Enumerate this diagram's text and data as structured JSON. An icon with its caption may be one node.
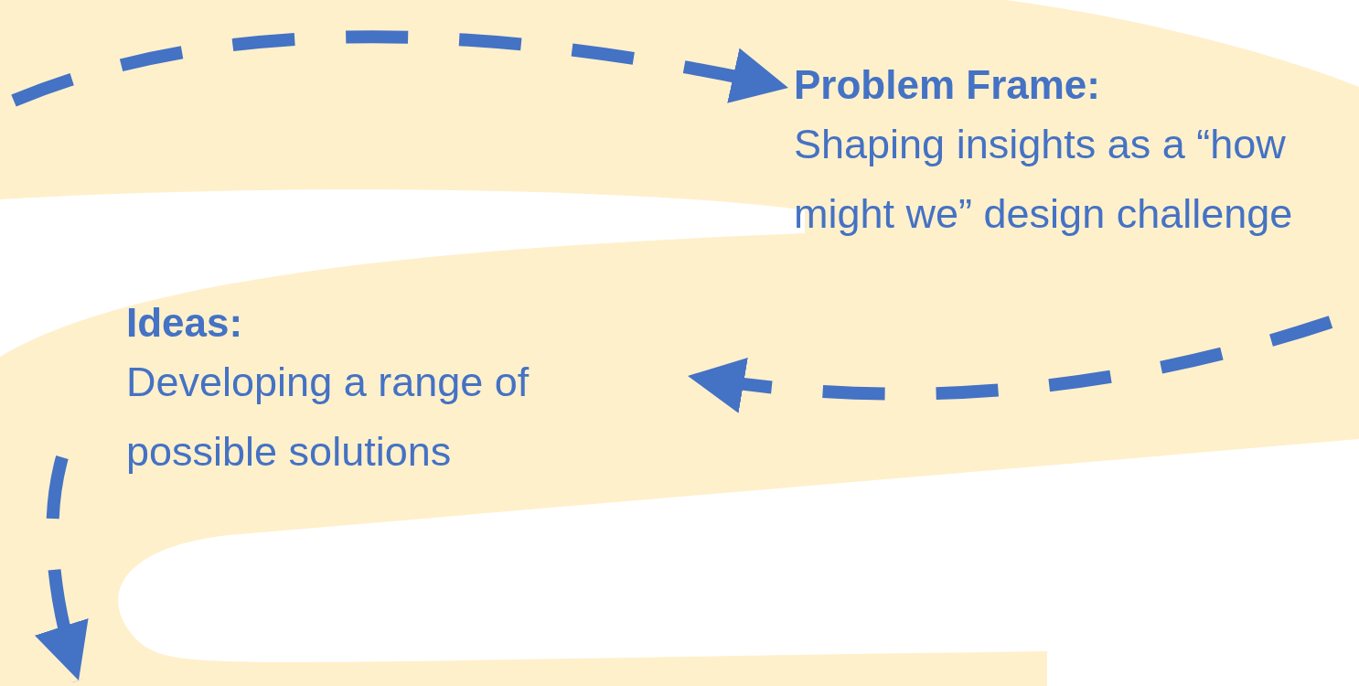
{
  "diagram": {
    "nodes": [
      {
        "text": [
          "Problem Frame:",
          "Shaping insights as a “how might we” design challenge"
        ]
      },
      {
        "text": [
          "Ideas:",
          "Developing a range of possible solutions"
        ]
      }
    ],
    "edges": [
      {
        "from": null,
        "to": 0,
        "arrow": "to",
        "style": "dashed"
      },
      {
        "from": null,
        "to": 1,
        "arrow": "to",
        "style": "dashed"
      },
      {
        "from": 1,
        "to": null,
        "arrow": "to",
        "style": "dashed"
      }
    ]
  }
}
